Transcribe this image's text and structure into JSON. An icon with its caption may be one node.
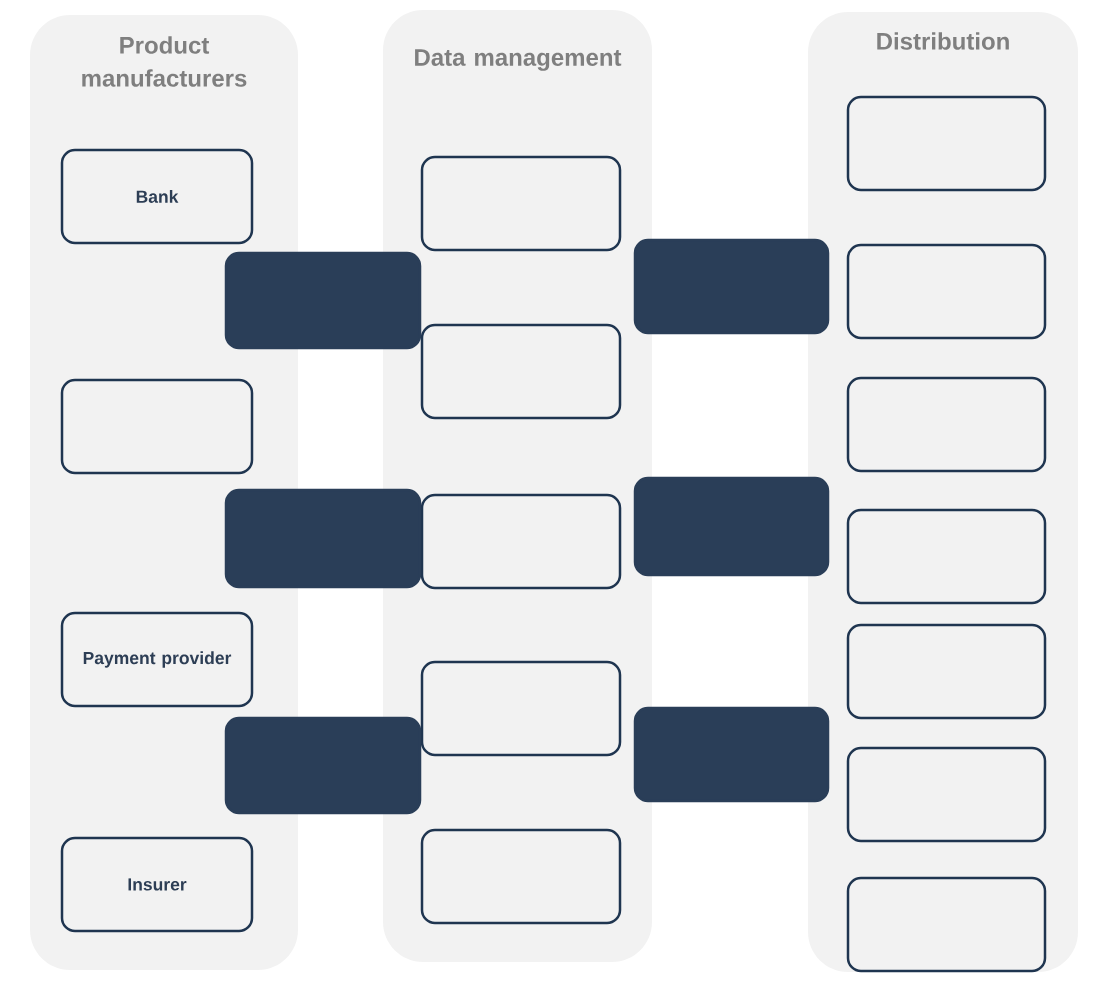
{
  "diagram": {
    "nodes": [
      {
        "text": [
          "Product manufacturers"
        ]
      },
      {
        "text": [
          "Bank"
        ],
        "in": 0
      },
      {
        "text": [],
        "shape": "box",
        "in": 0
      },
      {
        "text": [
          "Payment provider"
        ],
        "in": 0
      },
      {
        "text": [
          "Insurer"
        ],
        "in": 0
      },
      {
        "text": [
          "Data management"
        ]
      },
      {
        "text": [],
        "shape": "box",
        "in": 5
      },
      {
        "text": [],
        "shape": "box",
        "in": 5
      },
      {
        "text": [],
        "shape": "box",
        "in": 5
      },
      {
        "text": [],
        "shape": "box",
        "in": 5
      },
      {
        "text": [],
        "shape": "box",
        "in": 5
      },
      {
        "text": [
          "Distribution"
        ]
      },
      {
        "text": [],
        "shape": "box",
        "in": 11
      },
      {
        "text": [],
        "shape": "box",
        "in": 11
      },
      {
        "text": [],
        "shape": "box",
        "in": 11
      },
      {
        "text": [],
        "shape": "box",
        "in": 11
      },
      {
        "text": [],
        "shape": "box",
        "in": 11
      },
      {
        "text": [],
        "shape": "box",
        "in": 11
      },
      {
        "text": [],
        "shape": "box",
        "in": 11
      },
      {
        "text": [],
        "shape": "box"
      },
      {
        "text": [],
        "shape": "box"
      },
      {
        "text": [],
        "shape": "box"
      },
      {
        "text": [],
        "shape": "box"
      },
      {
        "text": [],
        "shape": "box"
      },
      {
        "text": [],
        "shape": "box"
      }
    ]
  }
}
